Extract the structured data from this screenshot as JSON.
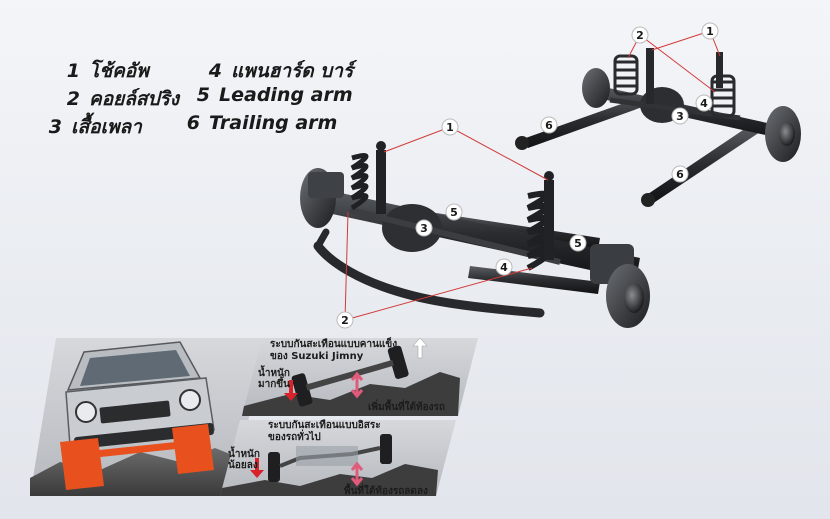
{
  "legend": [
    {
      "num": "1",
      "label": "โช้คอัพ"
    },
    {
      "num": "2",
      "label": "คอยล์สปริง"
    },
    {
      "num": "3",
      "label": "เสื้อเพลา"
    },
    {
      "num": "4",
      "label": "แพนฮาร์ด บาร์"
    },
    {
      "num": "5",
      "label": "Leading arm"
    },
    {
      "num": "6",
      "label": "Trailing arm"
    }
  ],
  "callouts": {
    "c1_front": "1",
    "c1_rear": "1",
    "c2_front": "2",
    "c2_rear": "2",
    "c3_front": "3",
    "c3_rear": "3",
    "c4_front": "4",
    "c4_rear": "4",
    "c5_front_a": "5",
    "c5_front_b": "5",
    "c6_rear_a": "6",
    "c6_rear_b": "6"
  },
  "panels": {
    "top": {
      "title_line1": "ระบบกันสะเทือนแบบคานแข็ง",
      "title_line2": "ของ Suzuki Jimny",
      "weight_line1": "น้ำหนัก",
      "weight_line2": "มากขึ้น",
      "clearance": "เพิ่มพื้นที่ใต้ท้องรถ"
    },
    "bottom": {
      "title_line1": "ระบบกันสะเทือนแบบอิสระ",
      "title_line2": "ของรถทั่วไป",
      "weight_line1": "น้ำหนัก",
      "weight_line2": "น้อยลง",
      "clearance": "พื้นที่ใต้ท้องรถลดลง"
    }
  },
  "colors": {
    "callout_line": "#d23a3a",
    "arrow_red": "#d9232a",
    "arrow_pink": "#e05a7a",
    "vehicle_body": "#c9cdd2",
    "accent_orange": "#e8501e",
    "chassis": "#2b2d30"
  }
}
